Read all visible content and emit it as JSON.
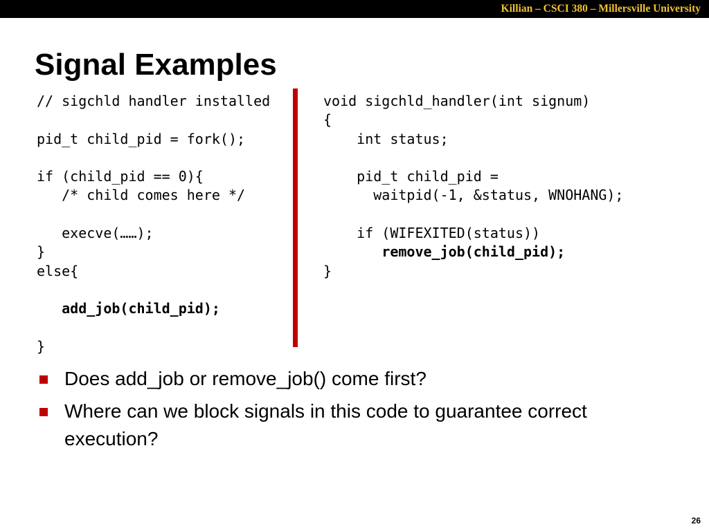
{
  "header": {
    "course_line": "Killian – CSCI 380 – Millersville University"
  },
  "slide": {
    "title": "Signal Examples",
    "page_number": "26"
  },
  "code_left": {
    "lines": [
      {
        "text": "// sigchld handler installed",
        "bold": false
      },
      {
        "text": "",
        "bold": false
      },
      {
        "text": "pid_t child_pid = fork();",
        "bold": false
      },
      {
        "text": "",
        "bold": false
      },
      {
        "text": "if (child_pid == 0){",
        "bold": false
      },
      {
        "text": "   /* child comes here */",
        "bold": false
      },
      {
        "text": "",
        "bold": false
      },
      {
        "text": "   execve(……);",
        "bold": false
      },
      {
        "text": "}",
        "bold": false
      },
      {
        "text": "else{",
        "bold": false
      },
      {
        "text": "",
        "bold": false
      },
      {
        "text": "   add_job(child_pid);",
        "bold": true
      },
      {
        "text": "",
        "bold": false
      },
      {
        "text": "}",
        "bold": false
      }
    ]
  },
  "code_right": {
    "lines": [
      {
        "text": "void sigchld_handler(int signum)",
        "bold": false
      },
      {
        "text": "{",
        "bold": false
      },
      {
        "text": "    int status;",
        "bold": false
      },
      {
        "text": "",
        "bold": false
      },
      {
        "text": "    pid_t child_pid =",
        "bold": false
      },
      {
        "text": "      waitpid(-1, &status, WNOHANG);",
        "bold": false
      },
      {
        "text": "",
        "bold": false
      },
      {
        "text": "    if (WIFEXITED(status))",
        "bold": false
      },
      {
        "text": "       remove_job(child_pid);",
        "bold": true
      },
      {
        "text": "}",
        "bold": false
      }
    ]
  },
  "bullets": [
    "Does add_job or remove_job() come first?",
    "Where can we block signals in this code to guarantee correct execution?"
  ],
  "colors": {
    "accent_red": "#c00000",
    "header_gold": "#f1c232",
    "header_background": "#000000"
  }
}
